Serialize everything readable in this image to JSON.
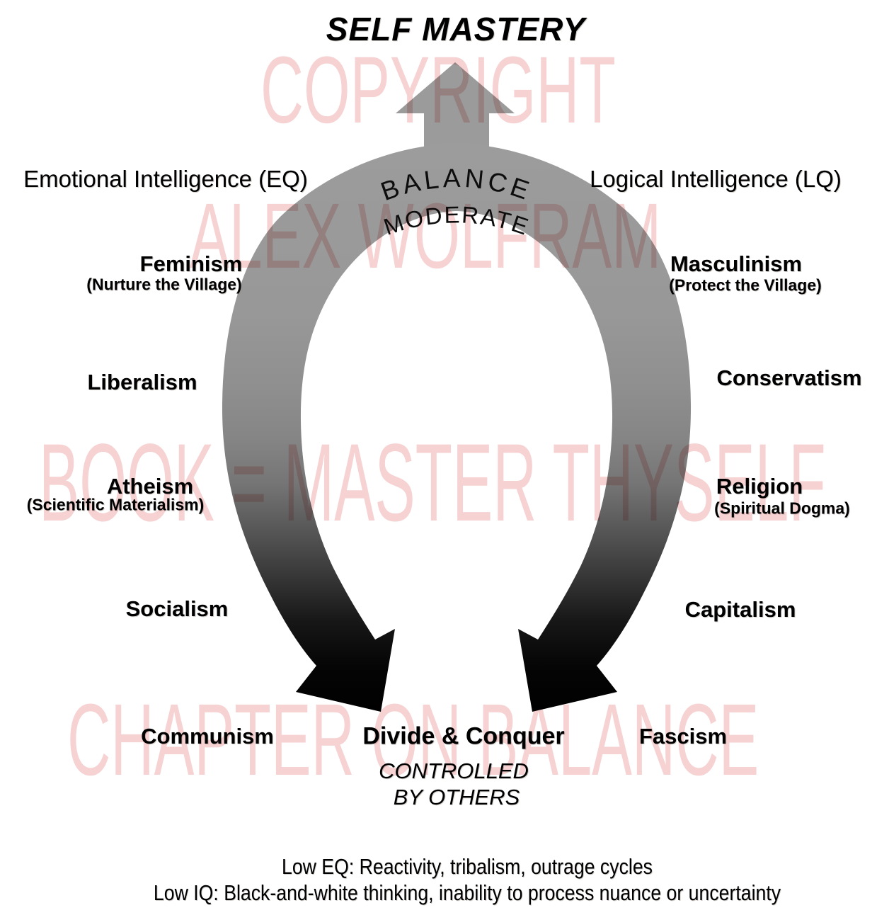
{
  "title": "SELF MASTERY",
  "arc": {
    "label_line1": "BALANCE",
    "label_line2": "MODERATE",
    "arrow_gray": "#9b9b9b",
    "arc_bottom_black": "#000000"
  },
  "left": {
    "header": "Emotional Intelligence (EQ)",
    "items": [
      {
        "label": "Feminism",
        "sub": "(Nurture the Village)"
      },
      {
        "label": "Liberalism"
      },
      {
        "label": "Atheism",
        "sub": "(Scientific Materialism)"
      },
      {
        "label": "Socialism"
      },
      {
        "label": "Communism"
      }
    ]
  },
  "right": {
    "header": "Logical Intelligence (LQ)",
    "items": [
      {
        "label": "Masculinism",
        "sub": "(Protect the Village)"
      },
      {
        "label": "Conservatism"
      },
      {
        "label": "Religion",
        "sub": "(Spiritual Dogma)"
      },
      {
        "label": "Capitalism"
      },
      {
        "label": "Fascism"
      }
    ]
  },
  "bottom": {
    "title": "Divide & Conquer",
    "subtitle_line1": "CONTROLLED",
    "subtitle_line2": "BY OTHERS"
  },
  "footer": {
    "line1": "Low EQ: Reactivity, tribalism, outrage cycles",
    "line2": "Low IQ: Black-and-white thinking, inability to process nuance or uncertainty"
  },
  "watermarks": {
    "w1": "COPYRIGHT",
    "w2": "ALEX WOLFRAM",
    "w3": "BOOK = MASTER THYSELF",
    "w4": "CHAPTER ON BALANCE",
    "color": "#f6d2d2"
  }
}
